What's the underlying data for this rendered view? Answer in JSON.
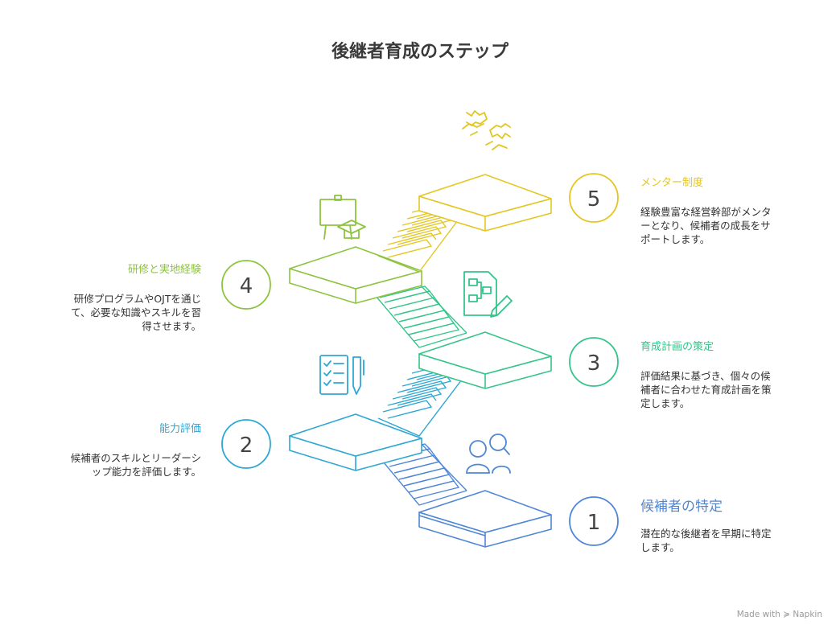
{
  "title": "後継者育成のステップ",
  "steps": [
    {
      "number": "1",
      "heading": "候補者の特定",
      "description": "潜在的な後継者を早期に特定します。",
      "color": "#4f86d6",
      "icon": "people-search-icon"
    },
    {
      "number": "2",
      "heading": "能力評価",
      "description": "候補者のスキルとリーダーシップ能力を評価します。",
      "color": "#2ea7d3",
      "icon": "checklist-pen-icon"
    },
    {
      "number": "3",
      "heading": "育成計画の策定",
      "description": "評価結果に基づき、個々の候補者に合わせた育成計画を策定します。",
      "color": "#35c48a",
      "icon": "flowchart-pencil-icon"
    },
    {
      "number": "4",
      "heading": "研修と実地経験",
      "description": "研修プログラムやOJTを通じて、必要な知識やスキルを習得させます。",
      "color": "#8dc43f",
      "icon": "graduation-board-icon"
    },
    {
      "number": "5",
      "heading": "メンター制度",
      "description": "経験豊富な経営幹部がメンターとなり、候補者の成長をサポートします。",
      "color": "#e3c623",
      "icon": "handshake-icon"
    }
  ],
  "credit": "Made with ≽ Napkin"
}
